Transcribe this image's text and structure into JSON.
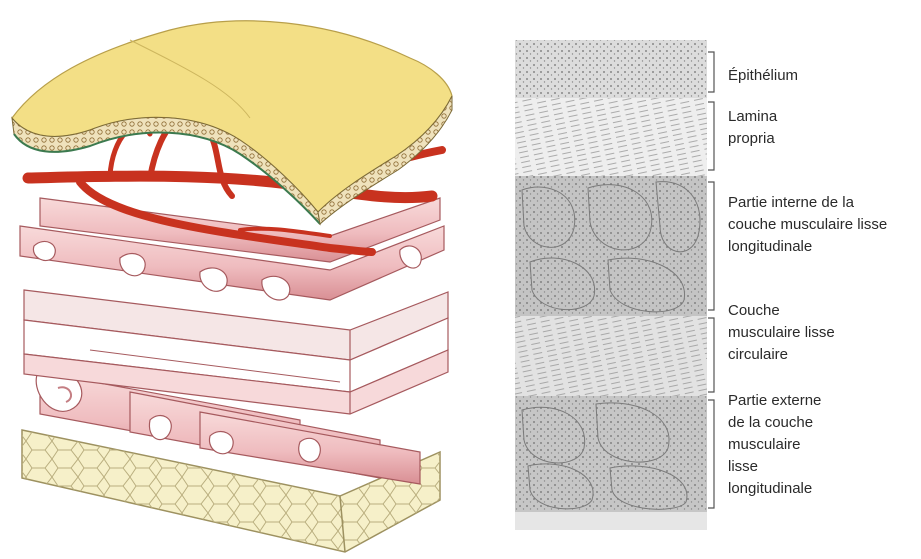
{
  "labels": {
    "epithelium": "Épithélium",
    "lamina_propria": "Lamina\npropria",
    "inner_longitudinal": "Partie interne de la\ncouche musculaire lisse\nlongitudinale",
    "circular": "Couche\nmusculaire lisse\ncirculaire",
    "outer_longitudinal": "Partie externe\nde la couche\nmusculaire\nlisse\nlongitudinale"
  },
  "colors": {
    "epithelium_fill": "#f3df86",
    "epithelium_edge": "#c9b25a",
    "vessel": "#c8321f",
    "muscle_fill": "#f2c9c9",
    "muscle_shade": "#e3a3a6",
    "muscle_edge": "#a65a5e",
    "serosa_fill": "#f6f0c9",
    "histo_light": "#e9e9e9",
    "histo_dark": "#b9b9b9"
  }
}
